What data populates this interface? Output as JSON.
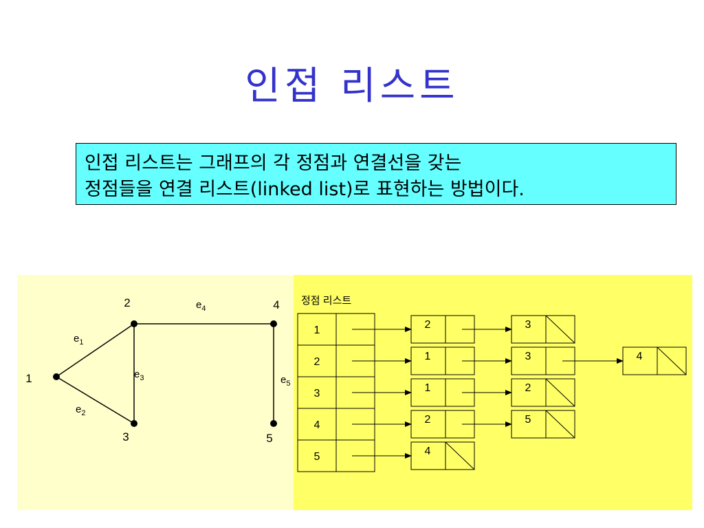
{
  "title": "인접 리스트",
  "definition": {
    "line1": "인접 리스트는 그래프의 각 정점과 연결선을 갖는",
    "line2": "정점들을 연결 리스트(linked list)로 표현하는 방법이다."
  },
  "graph": {
    "vertices": [
      {
        "id": "1",
        "label": "1"
      },
      {
        "id": "2",
        "label": "2"
      },
      {
        "id": "3",
        "label": "3"
      },
      {
        "id": "4",
        "label": "4"
      },
      {
        "id": "5",
        "label": "5"
      }
    ],
    "edges": [
      {
        "base": "e",
        "sub": "1",
        "from": "1",
        "to": "2"
      },
      {
        "base": "e",
        "sub": "2",
        "from": "1",
        "to": "3"
      },
      {
        "base": "e",
        "sub": "3",
        "from": "2",
        "to": "3"
      },
      {
        "base": "e",
        "sub": "4",
        "from": "2",
        "to": "4"
      },
      {
        "base": "e",
        "sub": "5",
        "from": "4",
        "to": "5"
      }
    ]
  },
  "adjacency": {
    "header": "정점 리스트",
    "rows": [
      {
        "vertex": "1",
        "nodes": [
          "2",
          "3"
        ]
      },
      {
        "vertex": "2",
        "nodes": [
          "1",
          "3",
          "4"
        ]
      },
      {
        "vertex": "3",
        "nodes": [
          "1",
          "2"
        ]
      },
      {
        "vertex": "4",
        "nodes": [
          "2",
          "5"
        ]
      },
      {
        "vertex": "5",
        "nodes": [
          "4"
        ]
      }
    ]
  }
}
